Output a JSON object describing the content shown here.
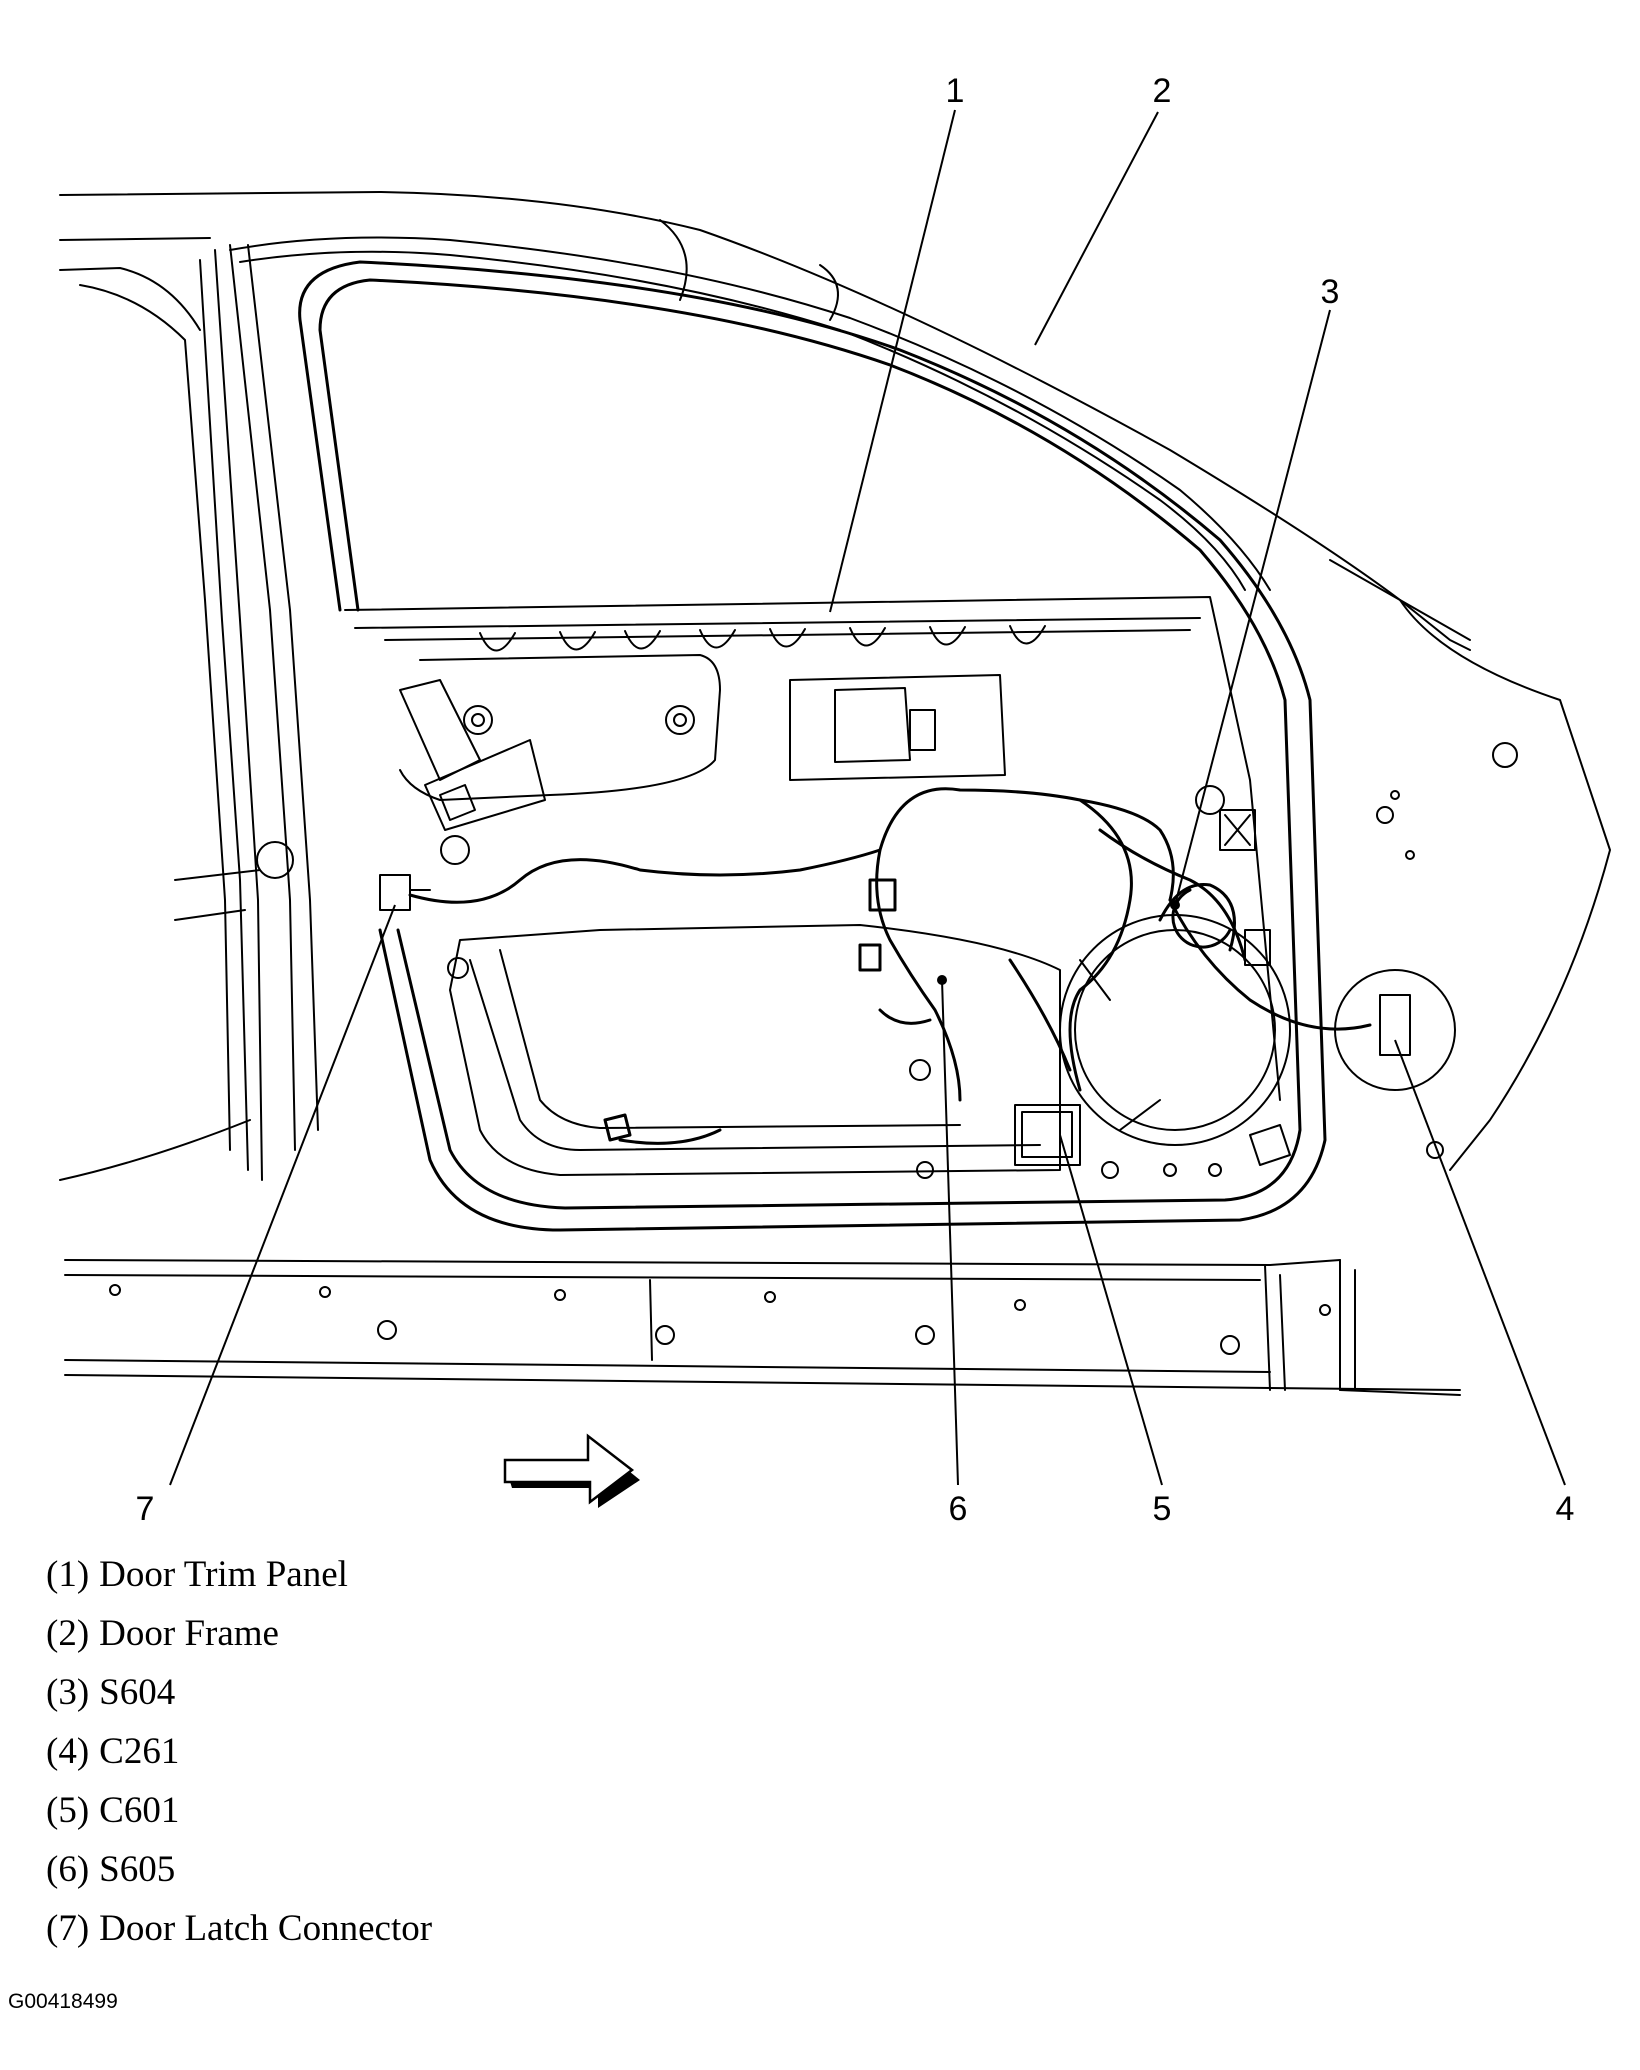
{
  "callouts": [
    {
      "number": "1",
      "label": "Door Trim Panel"
    },
    {
      "number": "2",
      "label": "Door Frame"
    },
    {
      "number": "3",
      "label": "S604"
    },
    {
      "number": "4",
      "label": "C261"
    },
    {
      "number": "5",
      "label": "C601"
    },
    {
      "number": "6",
      "label": "S605"
    },
    {
      "number": "7",
      "label": "Door Latch Connector"
    }
  ],
  "legend_numbers": [
    "(1)",
    "(2)",
    "(3)",
    "(4)",
    "(5)",
    "(6)",
    "(7)"
  ],
  "figure_code": "G00418499",
  "colors": {
    "line": "#000000",
    "background": "#ffffff"
  },
  "icons": {
    "direction": "forward-arrow-icon"
  }
}
